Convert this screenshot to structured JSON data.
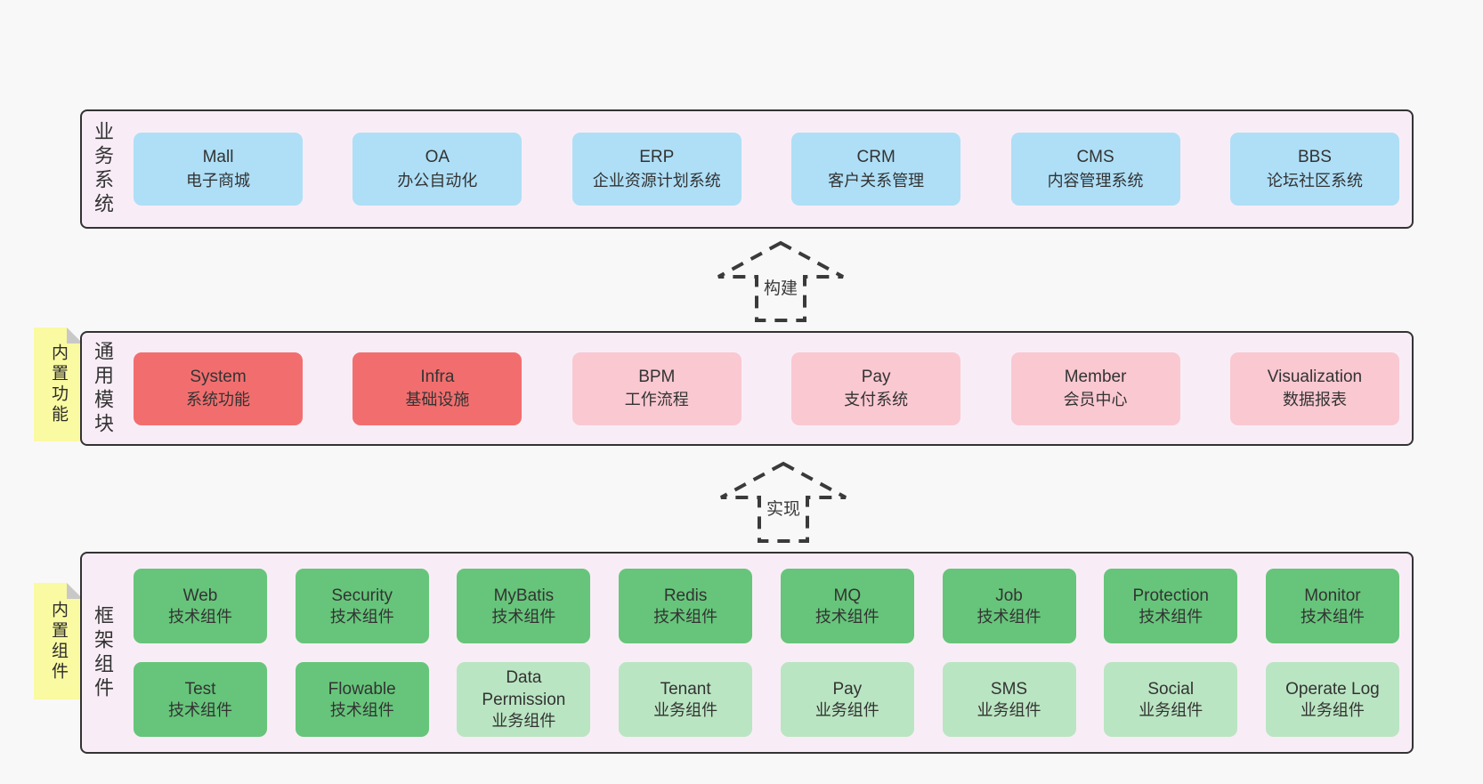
{
  "diagram": {
    "background": "#f8f8f8",
    "container_fill": "#f8edf6",
    "container_border": "#333333",
    "colors": {
      "blue": "#aedff7",
      "red": "#f26e6e",
      "pink": "#fac8d1",
      "green": "#66c57a",
      "lightgreen": "#bae5c2",
      "sticky": "#fafaa2",
      "sticky_fold": "#c8c8c8",
      "arrow_dash": "#3a3a3a"
    },
    "arrows": [
      {
        "label": "构建"
      },
      {
        "label": "实现"
      }
    ],
    "sections": [
      {
        "id": "business-systems",
        "side_label": "业务系统",
        "sticky_label": null,
        "rows": [
          [
            {
              "name": "Mall",
              "desc": "电子商城",
              "variant": "blue"
            },
            {
              "name": "OA",
              "desc": "办公自动化",
              "variant": "blue"
            },
            {
              "name": "ERP",
              "desc": "企业资源计划系统",
              "variant": "blue"
            },
            {
              "name": "CRM",
              "desc": "客户关系管理",
              "variant": "blue"
            },
            {
              "name": "CMS",
              "desc": "内容管理系统",
              "variant": "blue"
            },
            {
              "name": "BBS",
              "desc": "论坛社区系统",
              "variant": "blue"
            }
          ]
        ]
      },
      {
        "id": "common-modules",
        "side_label": "通用模块",
        "sticky_label": "内置功能",
        "rows": [
          [
            {
              "name": "System",
              "desc": "系统功能",
              "variant": "red"
            },
            {
              "name": "Infra",
              "desc": "基础设施",
              "variant": "red"
            },
            {
              "name": "BPM",
              "desc": "工作流程",
              "variant": "pink"
            },
            {
              "name": "Pay",
              "desc": "支付系统",
              "variant": "pink"
            },
            {
              "name": "Member",
              "desc": "会员中心",
              "variant": "pink"
            },
            {
              "name": "Visualization",
              "desc": "数据报表",
              "variant": "pink"
            }
          ]
        ]
      },
      {
        "id": "framework-components",
        "side_label": "框架组件",
        "sticky_label": "内置组件",
        "rows": [
          [
            {
              "name": "Web",
              "desc": "技术组件",
              "variant": "green"
            },
            {
              "name": "Security",
              "desc": "技术组件",
              "variant": "green"
            },
            {
              "name": "MyBatis",
              "desc": "技术组件",
              "variant": "green"
            },
            {
              "name": "Redis",
              "desc": "技术组件",
              "variant": "green"
            },
            {
              "name": "MQ",
              "desc": "技术组件",
              "variant": "green"
            },
            {
              "name": "Job",
              "desc": "技术组件",
              "variant": "green"
            },
            {
              "name": "Protection",
              "desc": "技术组件",
              "variant": "green"
            },
            {
              "name": "Monitor",
              "desc": "技术组件",
              "variant": "green"
            }
          ],
          [
            {
              "name": "Test",
              "desc": "技术组件",
              "variant": "green"
            },
            {
              "name": "Flowable",
              "desc": "技术组件",
              "variant": "green"
            },
            {
              "name": "Data Permission",
              "desc": "业务组件",
              "variant": "lightgreen"
            },
            {
              "name": "Tenant",
              "desc": "业务组件",
              "variant": "lightgreen"
            },
            {
              "name": "Pay",
              "desc": "业务组件",
              "variant": "lightgreen"
            },
            {
              "name": "SMS",
              "desc": "业务组件",
              "variant": "lightgreen"
            },
            {
              "name": "Social",
              "desc": "业务组件",
              "variant": "lightgreen"
            },
            {
              "name": "Operate Log",
              "desc": "业务组件",
              "variant": "lightgreen"
            }
          ]
        ]
      }
    ]
  }
}
